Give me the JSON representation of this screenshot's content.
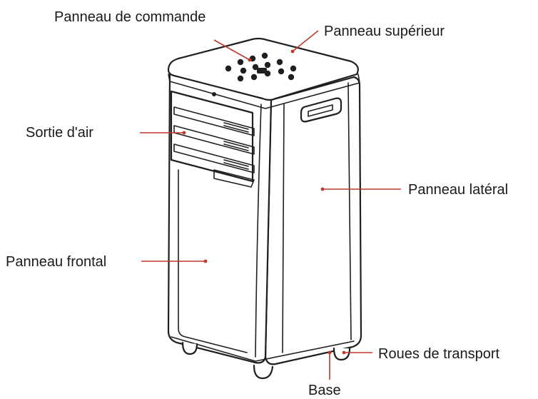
{
  "labels": {
    "control_panel": "Panneau de commande",
    "top_panel": "Panneau supérieur",
    "air_outlet": "Sortie d'air",
    "side_panel": "Panneau latéral",
    "front_panel": "Panneau frontal",
    "wheels": "Roues de transport",
    "base": "Base"
  },
  "colors": {
    "leader": "#c0392b",
    "outline": "#1f1f1f"
  }
}
